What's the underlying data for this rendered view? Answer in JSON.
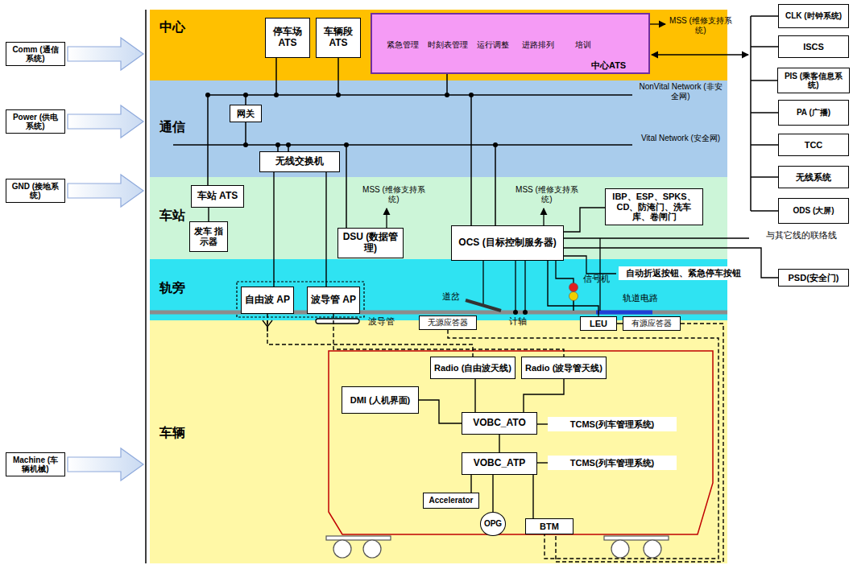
{
  "diagram": {
    "nodes": [
      {
        "text": [
          "Comm (通信系统)"
        ]
      },
      {
        "text": [
          "Power (供电系统)"
        ]
      },
      {
        "text": [
          "GND (接地系统)"
        ]
      },
      {
        "text": [
          "中心"
        ]
      },
      {
        "text": [
          "停车场 ATS"
        ],
        "in": 3
      },
      {
        "text": [
          "车辆段 ATS"
        ],
        "in": 3
      },
      {
        "text": [
          "中心ATS"
        ],
        "in": 3
      },
      {
        "text": [
          "CLK (时钟系统)"
        ]
      },
      {
        "text": [
          "ISCS"
        ]
      },
      {
        "text": [
          "PIS (乘客信息系统)"
        ]
      },
      {
        "text": [
          "PA (广播)"
        ]
      },
      {
        "text": [
          "TCC"
        ]
      },
      {
        "text": [
          "无线系统"
        ]
      },
      {
        "text": [
          "ODS (大屏)"
        ]
      },
      {
        "text": [
          "通信"
        ]
      },
      {
        "text": [
          "网关"
        ],
        "in": 14
      },
      {
        "text": [
          "无线交换机"
        ],
        "in": 14
      },
      {
        "text": [
          "车站"
        ]
      },
      {
        "text": [
          "车站 ATS"
        ],
        "in": 17
      },
      {
        "text": [
          "发车 指示器"
        ],
        "in": 17
      },
      {
        "text": [
          "DSU (数据管理)"
        ],
        "in": 17
      },
      {
        "text": [
          "OCS (目标控制服务器)"
        ],
        "in": 17
      },
      {
        "text": [
          "IBP、ESP、SPKS、CD、防淹门、洗车库、卷闸门"
        ],
        "in": 17
      },
      {
        "text": [
          "PSD(安全门)"
        ]
      },
      {
        "text": [
          "轨旁"
        ]
      },
      {
        "text": [
          "自由波 AP"
        ],
        "in": 24
      },
      {
        "text": [
          "波导管 AP"
        ],
        "in": 24
      },
      {
        "text": [
          "无源应答器"
        ],
        "in": 24
      },
      {
        "text": [
          "LEU"
        ],
        "in": 24
      },
      {
        "text": [
          "有源应答器"
        ],
        "in": 24
      },
      {
        "text": [
          "Machine (车辆机械)"
        ]
      },
      {
        "text": [
          "车辆"
        ]
      },
      {
        "text": [
          "Radio (自由波天线)"
        ],
        "in": 31
      },
      {
        "text": [
          "Radio (波导管天线)"
        ],
        "in": 31
      },
      {
        "text": [
          "DMI (人机界面)"
        ],
        "in": 31
      },
      {
        "text": [
          "VOBC_ATO"
        ],
        "in": 31
      },
      {
        "text": [
          "TCMS(列车管理系统)"
        ],
        "in": 31
      },
      {
        "text": [
          "VOBC_ATP"
        ],
        "in": 31
      },
      {
        "text": [
          "TCMS(列车管理系统)"
        ],
        "in": 31
      },
      {
        "text": [
          "Accelerator"
        ],
        "in": 31
      },
      {
        "text": [
          "OPG"
        ],
        "in": 31
      },
      {
        "text": [
          "BTM"
        ],
        "in": 31
      }
    ],
    "edges": [
      {
        "from": 18,
        "to": 19,
        "arrow": "none"
      },
      {
        "from": 16,
        "to": 25,
        "arrow": "none"
      },
      {
        "from": 16,
        "to": 26,
        "arrow": "none"
      },
      {
        "from": 21,
        "to": 22,
        "arrow": "none"
      },
      {
        "from": 21,
        "to": 23,
        "arrow": "none"
      },
      {
        "from": 21,
        "to": 28,
        "arrow": "none"
      },
      {
        "from": 25,
        "to": 32,
        "arrow": "none"
      },
      {
        "from": 26,
        "to": 33,
        "arrow": "none"
      },
      {
        "from": 27,
        "to": 41,
        "arrow": "none"
      },
      {
        "from": 29,
        "to": 41,
        "arrow": "none"
      },
      {
        "from": 32,
        "to": 35,
        "arrow": "none"
      },
      {
        "from": 33,
        "to": 35,
        "arrow": "none"
      },
      {
        "from": 34,
        "to": 35,
        "arrow": "none"
      },
      {
        "from": 35,
        "to": 37,
        "arrow": "none"
      },
      {
        "from": 35,
        "to": 36,
        "arrow": "none"
      },
      {
        "from": 37,
        "to": 38,
        "arrow": "none"
      },
      {
        "from": 37,
        "to": 39,
        "arrow": "none"
      },
      {
        "from": 37,
        "to": 40,
        "arrow": "none"
      },
      {
        "from": 37,
        "to": 41,
        "arrow": "none"
      },
      {
        "from": 28,
        "to": 29,
        "arrow": "none"
      }
    ],
    "labels": [
      "紧急管理",
      "时刻表管理",
      "运行调整",
      "进路排列",
      "培训",
      "MSS (维修支持系统)",
      "NonVital Network (非安全网)",
      "Vital Network (安全网)",
      "MSS (维修支持系统)",
      "MSS (维修支持系统)",
      "自动折返按钮、紧急停车按钮",
      "与其它线的联络线",
      "道岔",
      "信号机",
      "轨道电路",
      "计轴",
      "波导管"
    ]
  }
}
